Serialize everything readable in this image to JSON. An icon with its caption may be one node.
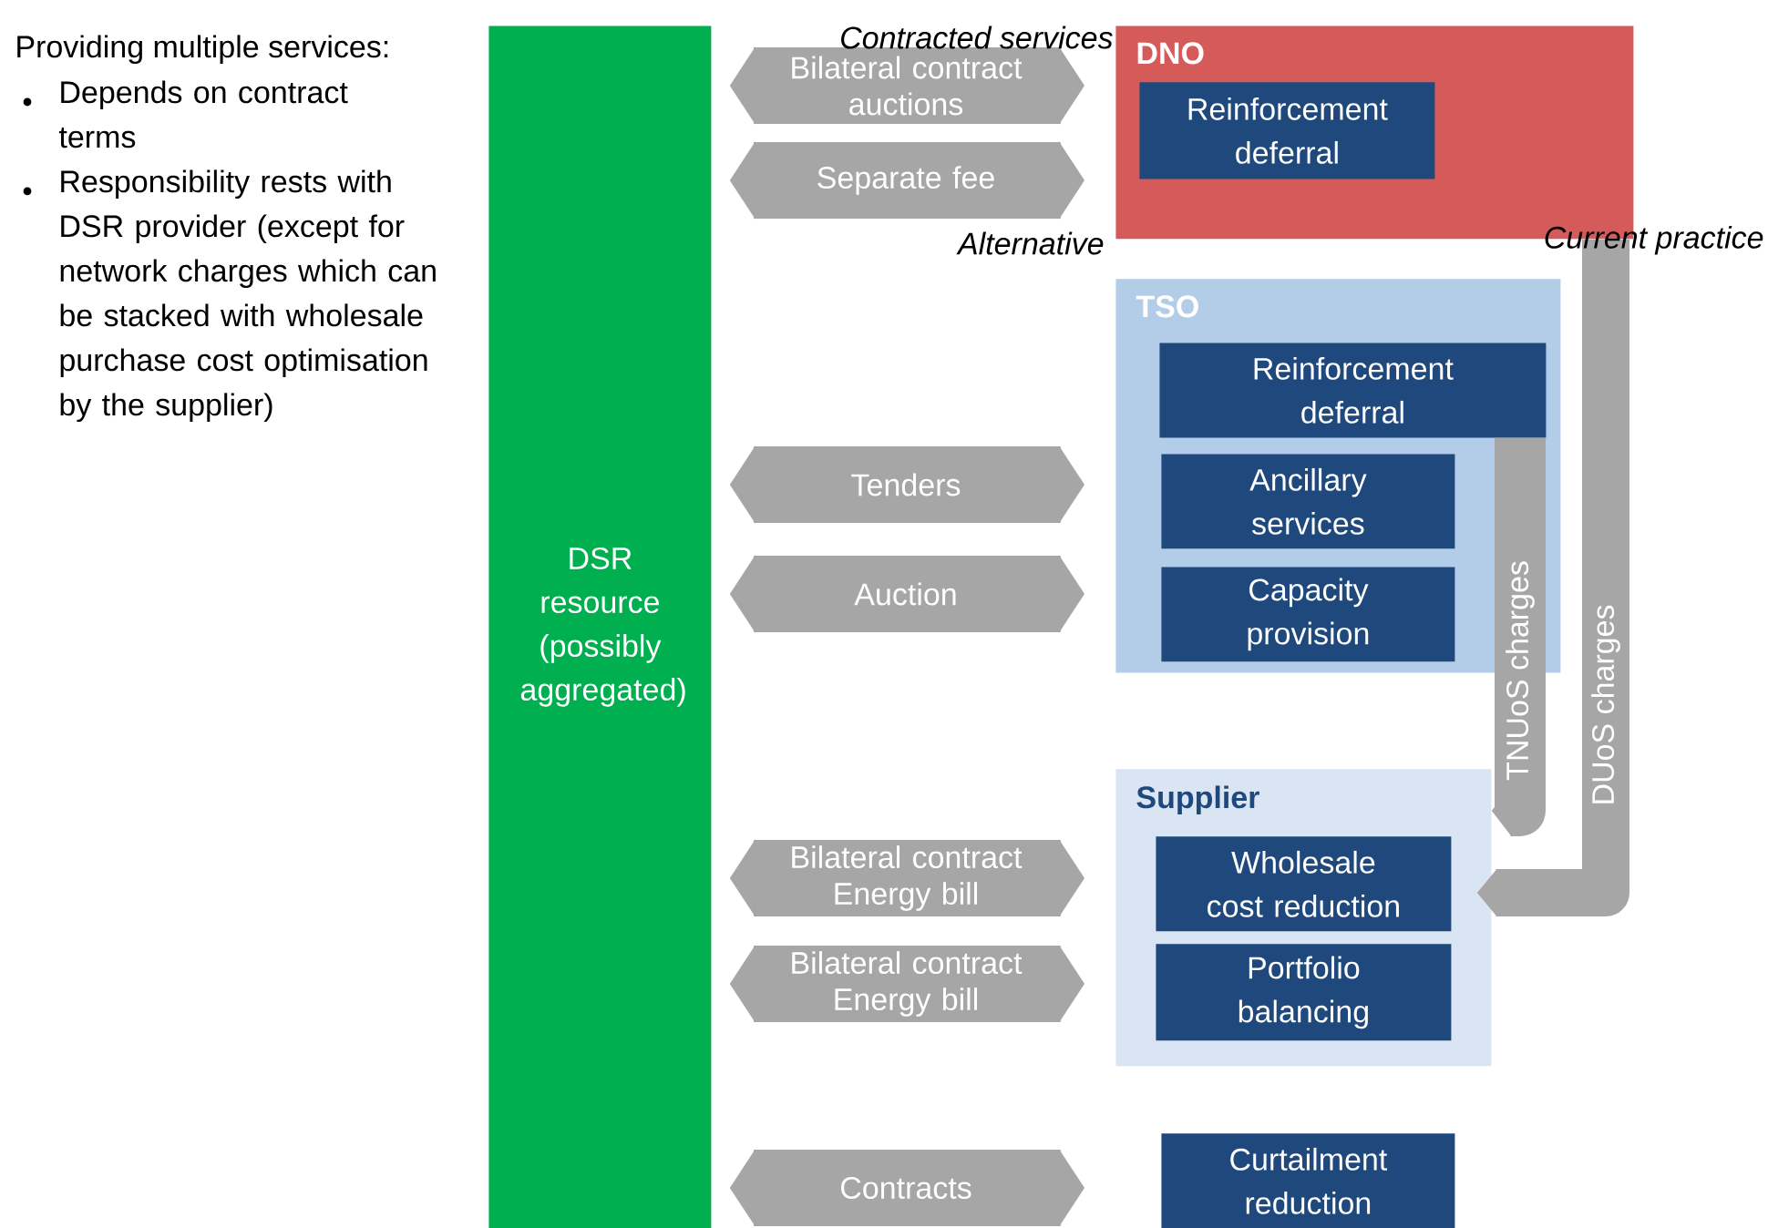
{
  "diagram": {
    "nodes": [
      {
        "text": [
          "DSR resource (possibly aggregated)"
        ]
      },
      {
        "text": [
          "DNO"
        ]
      },
      {
        "text": [
          "Reinforcement deferral"
        ],
        "in": 1
      },
      {
        "text": [
          "TSO"
        ]
      },
      {
        "text": [
          "Reinforcement deferral"
        ],
        "in": 3
      },
      {
        "text": [
          "Ancillary services"
        ],
        "in": 3
      },
      {
        "text": [
          "Capacity provision"
        ],
        "in": 3
      },
      {
        "text": [
          "Supplier"
        ]
      },
      {
        "text": [
          "Wholesale cost reduction"
        ],
        "in": 7
      },
      {
        "text": [
          "Portfolio balancing"
        ],
        "in": 7
      },
      {
        "text": [
          "Curtailment reduction"
        ]
      }
    ],
    "edges": [
      {
        "from": 0,
        "to": 1,
        "arrow": "both",
        "label": "Bilateral contract auctions"
      },
      {
        "from": 0,
        "to": 1,
        "arrow": "both",
        "label": "Separate fee"
      },
      {
        "from": 0,
        "to": 3,
        "arrow": "both",
        "label": "Tenders"
      },
      {
        "from": 0,
        "to": 3,
        "arrow": "both",
        "label": "Auction"
      },
      {
        "from": 0,
        "to": 7,
        "arrow": "both",
        "label": "Bilateral contract Energy bill"
      },
      {
        "from": 0,
        "to": 7,
        "arrow": "both",
        "label": "Bilateral contract Energy bill"
      },
      {
        "from": 0,
        "to": 10,
        "arrow": "both",
        "label": "Contracts"
      },
      {
        "from": 4,
        "to": 7,
        "arrow": "to",
        "label": "TNUoS charges"
      },
      {
        "from": 1,
        "to": 8,
        "arrow": "to",
        "label": "DUoS charges"
      }
    ],
    "labels": [
      "Providing multiple services:",
      "Depends on contract terms",
      "Responsibility rests with DSR provider (except for network charges which can be stacked with wholesale purchase cost optimisation by the supplier)",
      "Contracted services",
      "Alternative",
      "Current practice"
    ]
  }
}
